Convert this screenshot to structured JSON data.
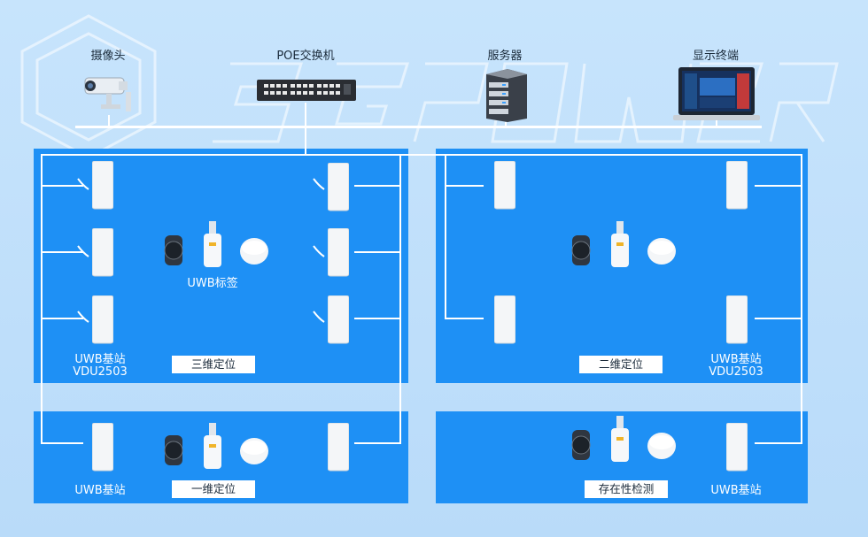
{
  "top_devices": {
    "camera_label": "摄像头",
    "poe_label": "POE交换机",
    "server_label": "服务器",
    "display_label": "显示终端"
  },
  "panels": {
    "three_d": {
      "mode_label": "三维定位",
      "station_label_line1": "UWB基站",
      "station_label_line2": "VDU2503",
      "tag_label": "UWB标签"
    },
    "two_d": {
      "mode_label": "二维定位",
      "station_label_line1": "UWB基站",
      "station_label_line2": "VDU2503"
    },
    "one_d": {
      "mode_label": "一维定位",
      "station_label": "UWB基站"
    },
    "presence": {
      "mode_label": "存在性检测",
      "station_label": "UWB基站"
    }
  },
  "colors": {
    "background": "#bfe0fb",
    "panel": "#1e90f5",
    "line": "#ffffff"
  }
}
